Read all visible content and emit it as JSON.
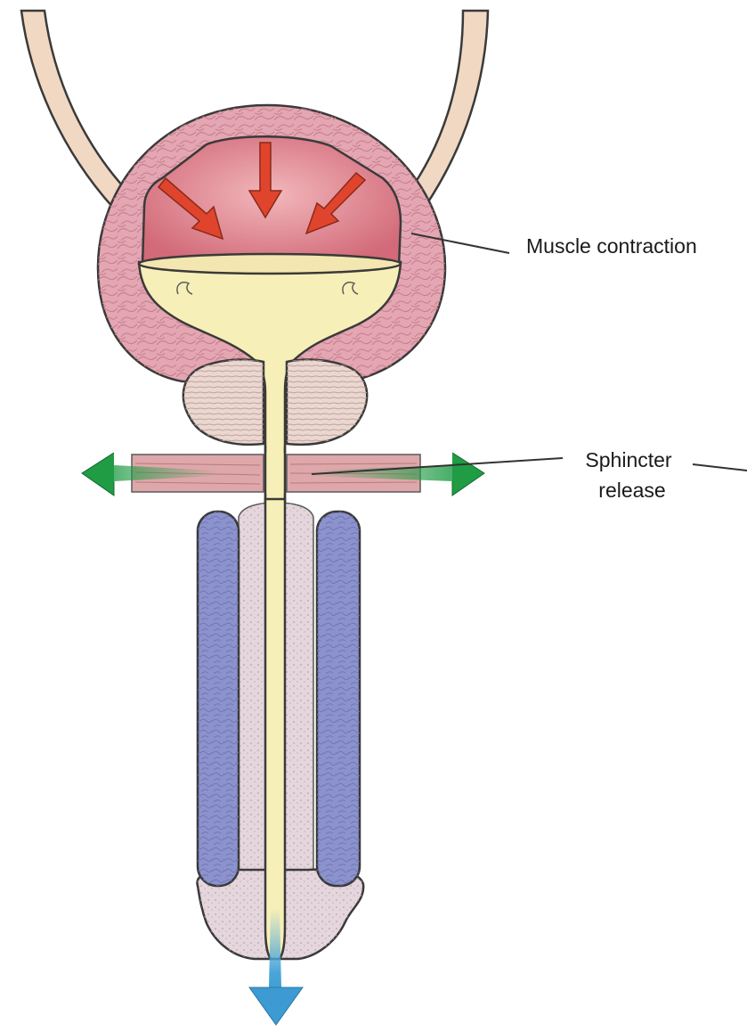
{
  "labels": {
    "muscle_contraction": "Muscle contraction",
    "sphincter_line1": "Sphincter",
    "sphincter_line2": "release"
  },
  "colors": {
    "ureter": "#f1d8c2",
    "bladder_wall": "#e4a6b2",
    "bladder_lumen_top": "#d97a86",
    "urine": "#f7efb8",
    "prostate": "#ecd7d0",
    "sphincter_muscle": "#dea7aa",
    "erectile_tissue": "#8c93cc",
    "spongiosum": "#e5d5dc",
    "red_arrow": "#e0442c",
    "green_arrow": "#1f9c44",
    "blue_arrow": "#4aa6d8"
  }
}
